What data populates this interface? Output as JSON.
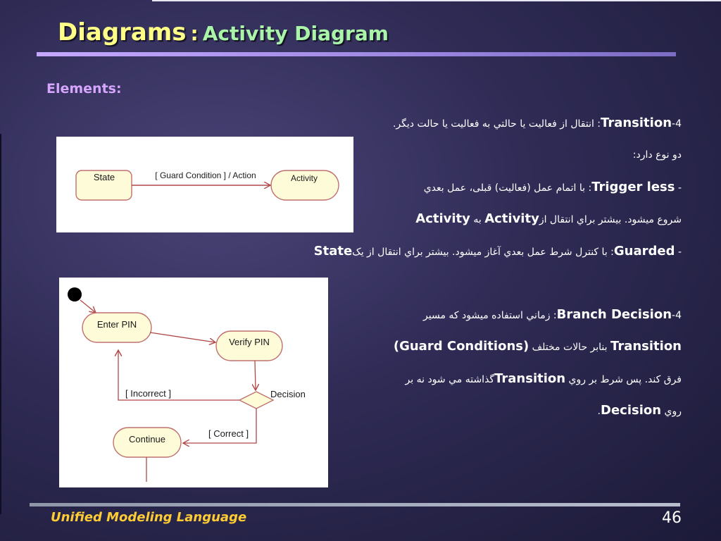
{
  "title": {
    "main": "Diagrams",
    "separator": ":",
    "sub": "Activity Diagram"
  },
  "elements_label": "Elements:",
  "diagram1": {
    "state_label": "State",
    "activity_label": "Activity",
    "transition_label": "[ Guard Condition ] / Action"
  },
  "diagram2": {
    "enter_pin": "Enter PIN",
    "verify_pin": "Verify PIN",
    "decision": "Decision",
    "incorrect": "[ Incorrect ]",
    "correct": "[ Correct ]",
    "continue": "Continue"
  },
  "text": {
    "line1_num": "4-",
    "line1_term": "Transition",
    "line1_rest": ": انتقال از فعاليت يا حالتي به فعاليت يا حالت ديگر.",
    "line2": "دو نوع دارد:",
    "line3_dash": "-",
    "line3_term": "Trigger less",
    "line3_rest": ": با اتمام عمل (فعاليت) قبلی، عمل بعدي",
    "line4_pre": "شروع ميشود. بيشتر براي انتقال از",
    "line4_term1": "Activity",
    "line4_mid": "به",
    "line4_term2": "Activity",
    "line5_dash": "-",
    "line5_term": "Guarded",
    "line5_rest": ": با كنترل شرط عمل بعدي آغاز ميشود. بيشتر براي انتقال از يک",
    "line5_term2": "State",
    "line6_num": "4-",
    "line6_term": "Branch Decision",
    "line6_rest": ": زماني استفاده ميشود كه مسير",
    "line7_term": "Transition",
    "line7_mid": "بنابر حالات مختلف",
    "line7_term2": "(Guard Conditions)",
    "line8_pre": "فرق كند. پس شرط بر روي",
    "line8_term": "Transition",
    "line8_rest": "گذاشته مي شود نه بر",
    "line9_pre": "روي",
    "line9_term": "Decision",
    "line9_end": "."
  },
  "footer": {
    "left": "Unified Modeling Language",
    "page": "46"
  }
}
